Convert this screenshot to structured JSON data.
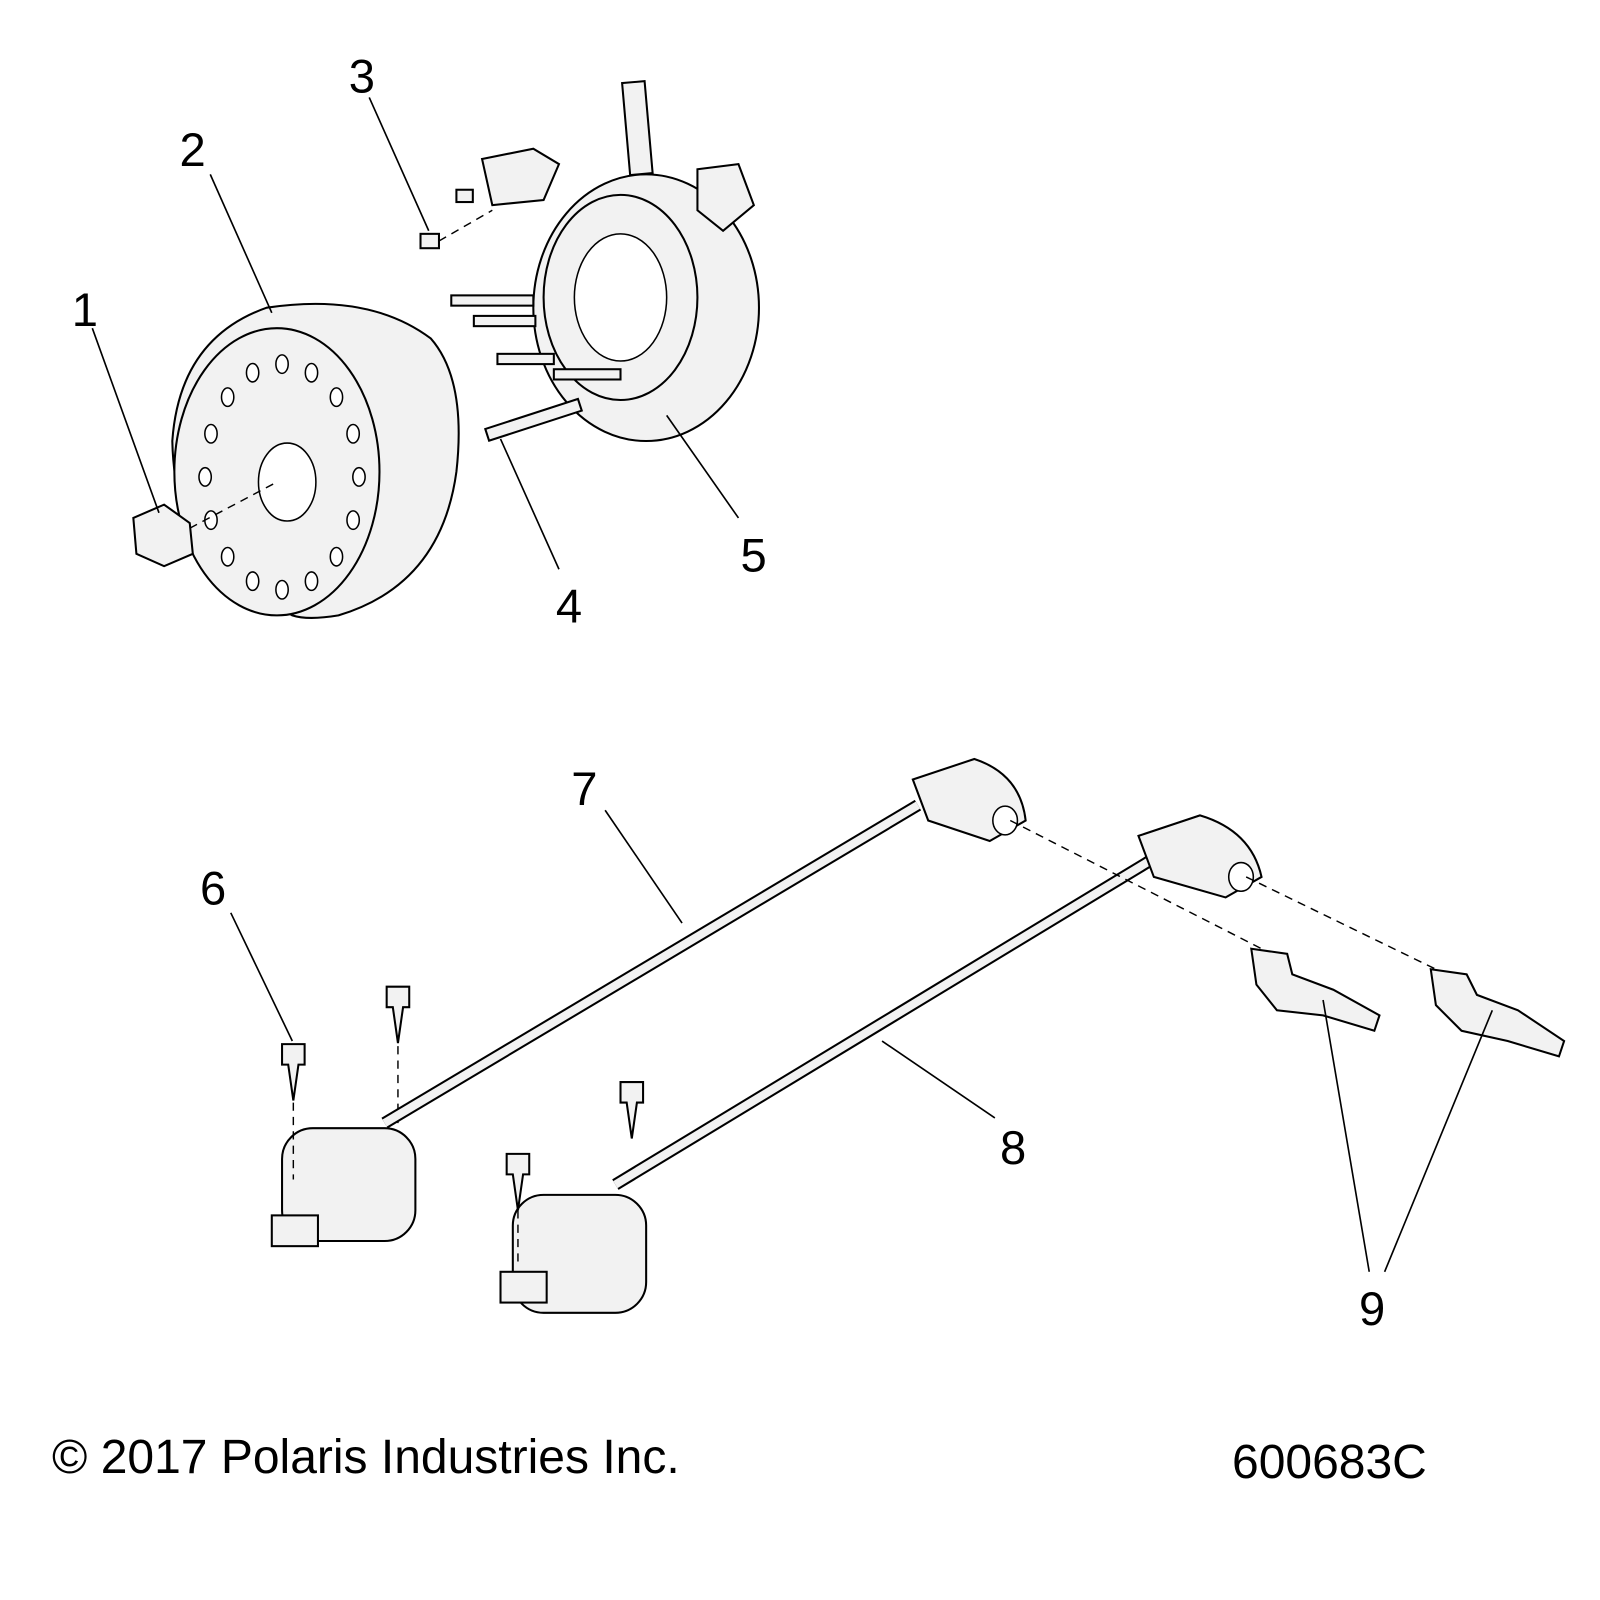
{
  "callouts": [
    "1",
    "2",
    "3",
    "4",
    "5",
    "6",
    "7",
    "8",
    "9"
  ],
  "footer": {
    "copyright": "© 2017 Polaris Industries Inc.",
    "part_code": "600683C"
  }
}
